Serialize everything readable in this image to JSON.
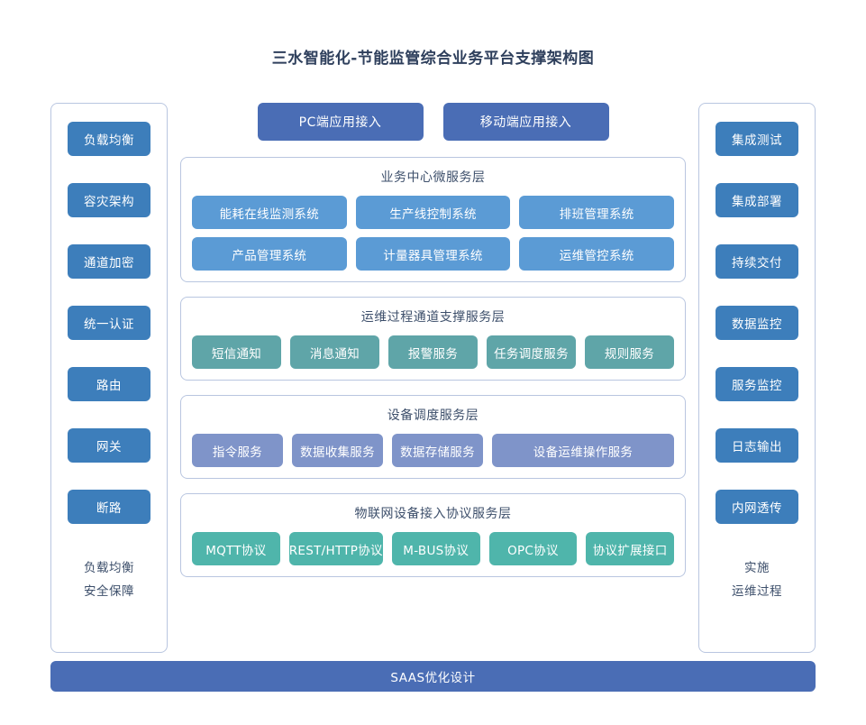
{
  "title": "三水智能化-节能监管综合业务平台支撑架构图",
  "colors": {
    "side_button": "#3d7ebb",
    "access_box": "#4a6db5",
    "business_node": "#5b9bd5",
    "ops_node": "#5fa5a8",
    "device_node": "#7f94c9",
    "protocol_node": "#4fb5ab",
    "bottom_bar": "#4a6db5",
    "container_border": "#b9c6e0",
    "title_text": "#2e3f5c"
  },
  "left_column": {
    "buttons": [
      {
        "label": "负载均衡"
      },
      {
        "label": "容灾架构"
      },
      {
        "label": "通道加密"
      },
      {
        "label": "统一认证"
      },
      {
        "label": "路由"
      },
      {
        "label": "网关"
      },
      {
        "label": "断路"
      }
    ],
    "footer_line1": "负载均衡",
    "footer_line2": "安全保障"
  },
  "right_column": {
    "buttons": [
      {
        "label": "集成测试"
      },
      {
        "label": "集成部署"
      },
      {
        "label": "持续交付"
      },
      {
        "label": "数据监控"
      },
      {
        "label": "服务监控"
      },
      {
        "label": "日志输出"
      },
      {
        "label": "内网透传"
      }
    ],
    "footer_line1": "实施",
    "footer_line2": "运维过程"
  },
  "access_row": [
    {
      "label": "PC端应用接入"
    },
    {
      "label": "移动端应用接入"
    }
  ],
  "layers": [
    {
      "title": "业务中心微服务层",
      "rows": [
        [
          {
            "label": "能耗在线监测系统"
          },
          {
            "label": "生产线控制系统"
          },
          {
            "label": "排班管理系统"
          }
        ],
        [
          {
            "label": "产品管理系统"
          },
          {
            "label": "计量器具管理系统"
          },
          {
            "label": "运维管控系统"
          }
        ]
      ]
    },
    {
      "title": "运维过程通道支撑服务层",
      "rows": [
        [
          {
            "label": "短信通知"
          },
          {
            "label": "消息通知"
          },
          {
            "label": "报警服务"
          },
          {
            "label": "任务调度服务"
          },
          {
            "label": "规则服务"
          }
        ]
      ]
    },
    {
      "title": "设备调度服务层",
      "rows": [
        [
          {
            "label": "指令服务"
          },
          {
            "label": "数据收集服务"
          },
          {
            "label": "数据存储服务"
          },
          {
            "label": "设备运维操作服务",
            "wide": true
          }
        ]
      ]
    },
    {
      "title": "物联网设备接入协议服务层",
      "rows": [
        [
          {
            "label": "MQTT协议"
          },
          {
            "label": "REST/HTTP协议"
          },
          {
            "label": "M-BUS协议"
          },
          {
            "label": "OPC协议"
          },
          {
            "label": "协议扩展接口"
          }
        ]
      ]
    }
  ],
  "bottom_bar": {
    "label": "SAAS优化设计"
  }
}
